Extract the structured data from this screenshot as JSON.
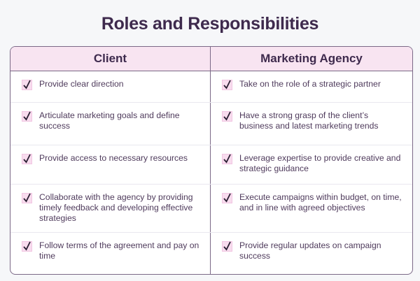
{
  "title": "Roles and Responsibilities",
  "columns": [
    "Client",
    "Marketing Agency"
  ],
  "icon": "checkbox-checked-icon",
  "colors": {
    "title": "#3e2a4d",
    "header_bg": "#f8e4f1",
    "border": "#7b6987",
    "check_bg": "#f8dcee",
    "text": "#4f3b5c",
    "page_bg": "#f6f7f9"
  },
  "rows": [
    {
      "client": "Provide clear direction",
      "agency": "Take on the role of a strategic partner"
    },
    {
      "client": "Articulate marketing goals and define success",
      "agency": "Have a strong grasp of the client’s business and latest marketing trends"
    },
    {
      "client": "Provide access to necessary resources",
      "agency": "Leverage expertise to provide creative and strategic guidance"
    },
    {
      "client": "Collaborate with the agency by providing timely feedback and developing effective strategies",
      "agency": "Execute campaigns within budget, on time, and in line with agreed objectives"
    },
    {
      "client": "Follow terms of the agreement and pay on time",
      "agency": "Provide regular updates on campaign success"
    }
  ]
}
